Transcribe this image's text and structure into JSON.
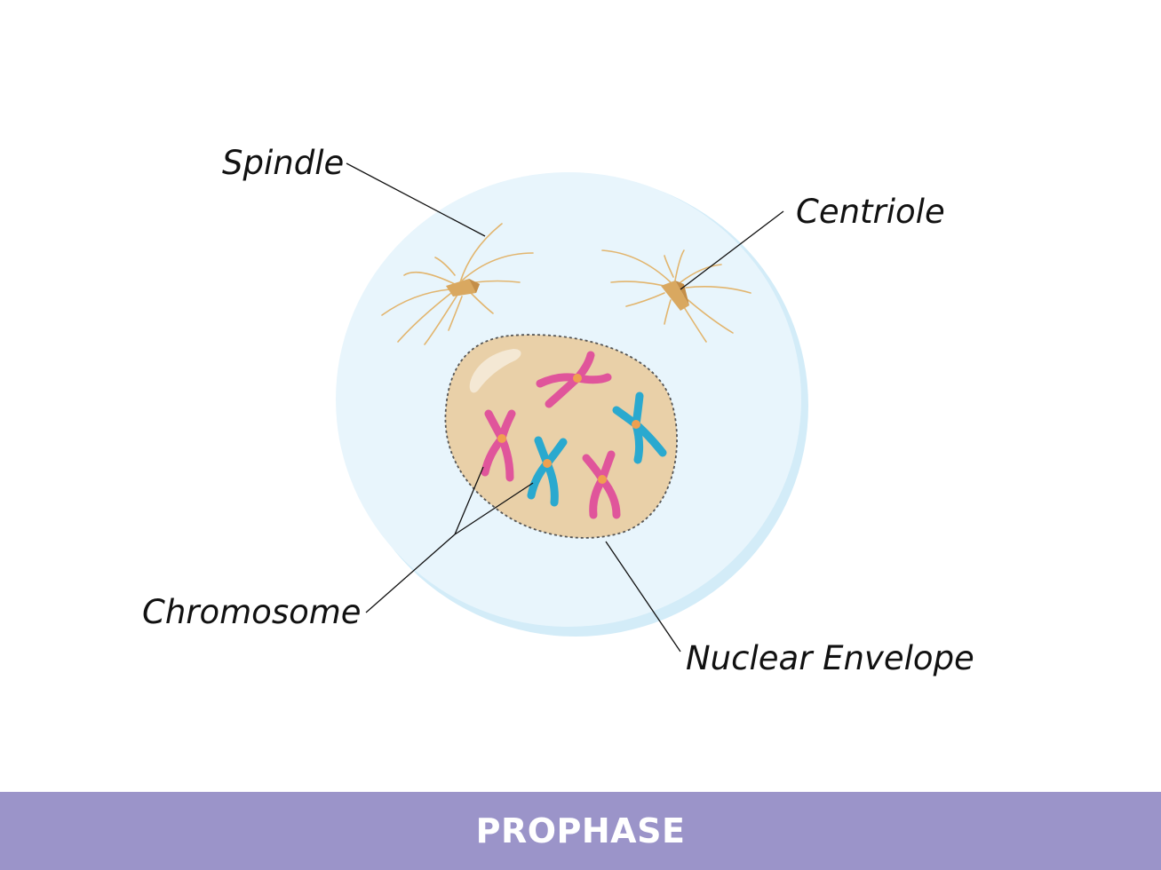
{
  "labels": {
    "spindle": "Spindle",
    "centriole": "Centriole",
    "chromosome": "Chromosome",
    "nuclear_envelope": "Nuclear Envelope"
  },
  "footer": {
    "title": "PROPHASE"
  },
  "colors": {
    "cell_fill": "#e8f5fc",
    "cell_shadow": "#d3ecf8",
    "nucleus_fill": "#e9d0a8",
    "nucleus_outline": "#555555",
    "spindle_fiber": "#e2b56e",
    "centriole": "#d9a860",
    "chromosome_pink": "#e0559b",
    "chromosome_blue": "#2aa9cf",
    "centromere": "#f0a050",
    "footer_bar": "#9b94c9"
  }
}
